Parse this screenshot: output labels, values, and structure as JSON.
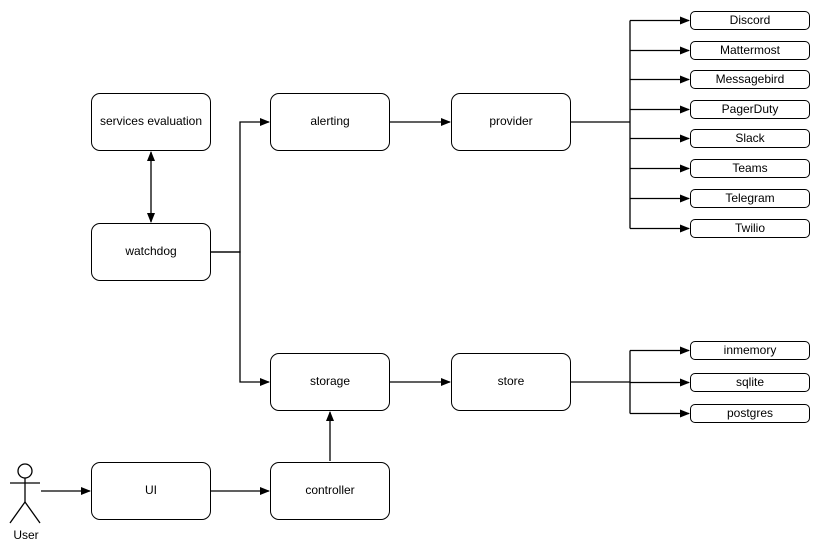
{
  "diagram": {
    "nodes": {
      "services_evaluation": {
        "label": "services evaluation"
      },
      "watchdog": {
        "label": "watchdog"
      },
      "alerting": {
        "label": "alerting"
      },
      "provider": {
        "label": "provider"
      },
      "storage": {
        "label": "storage"
      },
      "store": {
        "label": "store"
      },
      "ui": {
        "label": "UI"
      },
      "controller": {
        "label": "controller"
      }
    },
    "providers": [
      "Discord",
      "Mattermost",
      "Messagebird",
      "PagerDuty",
      "Slack",
      "Teams",
      "Telegram",
      "Twilio"
    ],
    "stores": [
      "inmemory",
      "sqlite",
      "postgres"
    ],
    "actor": {
      "label": "User"
    },
    "edges": [
      {
        "from": "services_evaluation",
        "to": "watchdog",
        "direction": "bidirectional"
      },
      {
        "from": "watchdog",
        "to": "alerting"
      },
      {
        "from": "watchdog",
        "to": "storage"
      },
      {
        "from": "alerting",
        "to": "provider"
      },
      {
        "from": "provider",
        "to": "Discord"
      },
      {
        "from": "provider",
        "to": "Mattermost"
      },
      {
        "from": "provider",
        "to": "Messagebird"
      },
      {
        "from": "provider",
        "to": "PagerDuty"
      },
      {
        "from": "provider",
        "to": "Slack"
      },
      {
        "from": "provider",
        "to": "Teams"
      },
      {
        "from": "provider",
        "to": "Telegram"
      },
      {
        "from": "provider",
        "to": "Twilio"
      },
      {
        "from": "storage",
        "to": "store"
      },
      {
        "from": "store",
        "to": "inmemory"
      },
      {
        "from": "store",
        "to": "sqlite"
      },
      {
        "from": "store",
        "to": "postgres"
      },
      {
        "from": "User",
        "to": "UI"
      },
      {
        "from": "UI",
        "to": "controller"
      },
      {
        "from": "controller",
        "to": "storage"
      }
    ],
    "colors": {
      "stroke": "#000000",
      "node_fill": "#ffffff",
      "background": "#ffffff"
    }
  }
}
